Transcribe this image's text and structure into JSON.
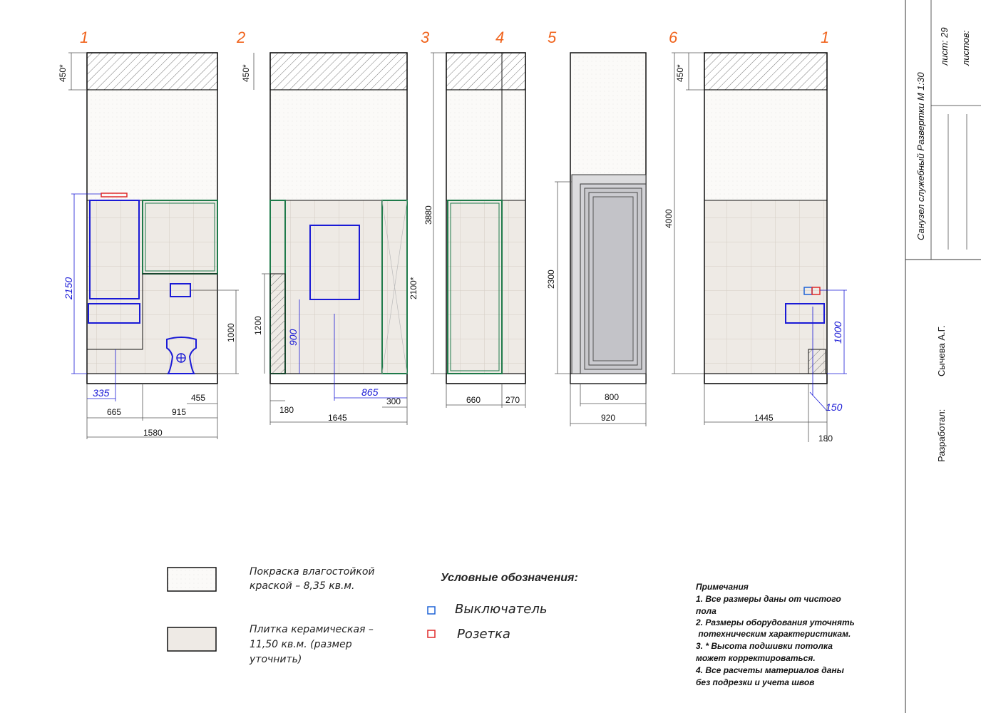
{
  "walls": [
    {
      "id": "w1",
      "number": "1",
      "dims": {
        "top_strip": "450*",
        "height": "2150",
        "height2": "1000",
        "off_left": "335",
        "seg_a": "665",
        "seg_b": "915",
        "seg_c": "455",
        "total": "1580"
      }
    },
    {
      "id": "w2",
      "number": "2",
      "dims": {
        "top_strip": "450*",
        "height": "1200",
        "height2": "900",
        "off_a": "180",
        "off_b": "865",
        "off_c": "300",
        "total": "1645",
        "side": "2100*"
      }
    },
    {
      "id": "w3",
      "number": "3",
      "dims": {
        "total_height": "3880"
      }
    },
    {
      "id": "w4",
      "number": "4",
      "dims": {
        "seg_a": "660",
        "seg_b": "270"
      }
    },
    {
      "id": "w5",
      "number": "5",
      "dims": {
        "height": "2300",
        "door": "800",
        "total": "920"
      }
    },
    {
      "id": "w6",
      "number": "6",
      "dims": {
        "total_height": "4000",
        "top_strip": "450*"
      }
    },
    {
      "id": "w1b",
      "number": "1",
      "dims": {
        "height": "1000",
        "total": "1445",
        "off_a": "150",
        "off_b": "180"
      }
    }
  ],
  "legend": {
    "paint_label": "Покраска влагостойкой краской  – 8,35 кв.м.",
    "paint_line1": "Покраска влагостойкой",
    "paint_line2": "краской  – 8,35 кв.м.",
    "tile_line1": "Плитка керамическая –",
    "tile_line2": "11,50 кв.м. (размер",
    "tile_line3": "уточнить)",
    "symbols_title": "Условные обозначения:",
    "switch": "Выключатель",
    "socket": "Розетка",
    "switch_color": "#1f63d6",
    "socket_color": "#e02a2a"
  },
  "notes": {
    "title": "Примечания",
    "lines": [
      "1. Все размеры даны от чистого",
      "пола",
      "2. Размеры оборудования уточнять",
      " потехническим характеристикам.",
      "3. * Высота подшивки потолка",
      "может корректироваться.",
      "4. Все расчеты материалов даны",
      "без подрезки и учета швов"
    ]
  },
  "title_block": {
    "title": "Санузел служебный Развертки М 1:30",
    "sheet": "лист: 29",
    "sheets": "листов:",
    "author": "Сычева А.Г.",
    "developed": "Разработал:"
  },
  "colors": {
    "accent": "#f0641e",
    "blue": "#1a1ad6",
    "green": "#1f7a4a",
    "tile": "#eeeae5"
  }
}
